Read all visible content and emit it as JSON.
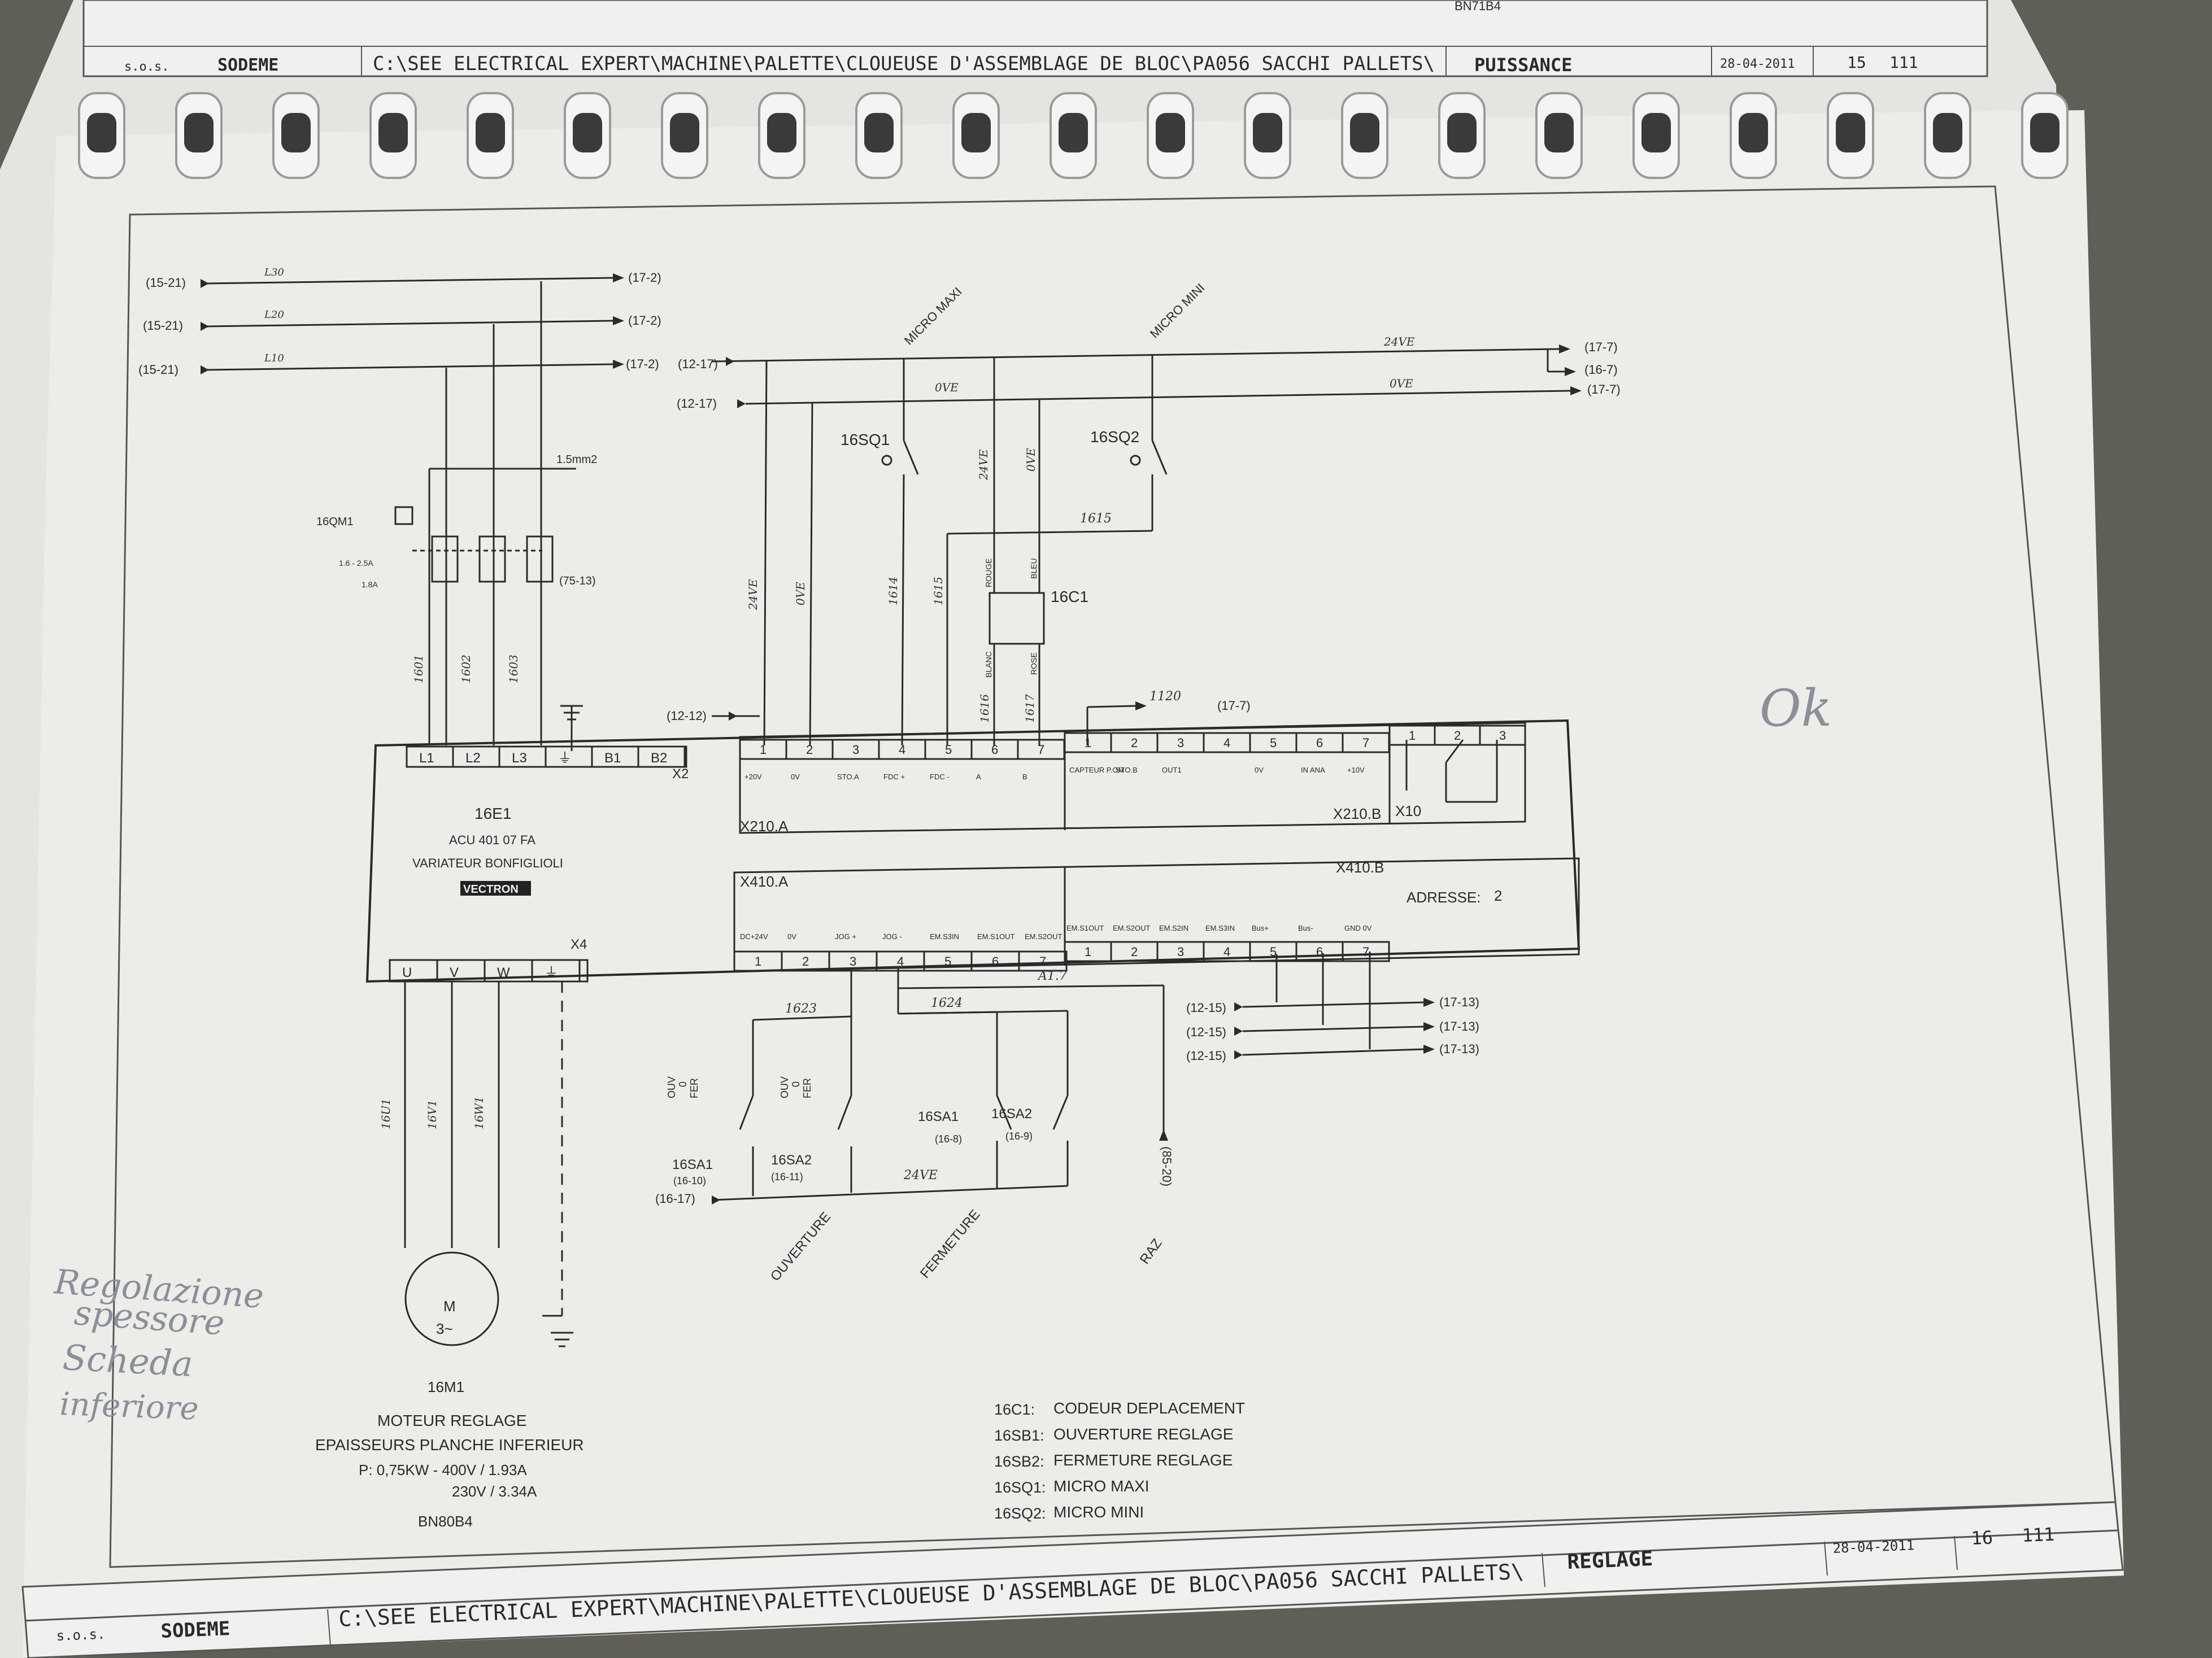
{
  "prev_sheet": {
    "top_text": "BN71B4",
    "company_small": "s.o.s.",
    "company": "SODEME",
    "path": "C:\\SEE ELECTRICAL EXPERT\\MACHINE\\PALETTE\\CLOUEUSE D'ASSEMBLAGE DE BLOC\\PA056 SACCHI PALLETS\\",
    "section": "PUISSANCE",
    "date": "28-04-2011",
    "page": "15",
    "total": "111"
  },
  "sheet": {
    "company_small": "s.o.s.",
    "company": "SODEME",
    "path": "C:\\SEE ELECTRICAL EXPERT\\MACHINE\\PALETTE\\CLOUEUSE D'ASSEMBLAGE DE BLOC\\PA056 SACCHI PALLETS\\",
    "section": "REGLAGE",
    "date": "28-04-2011",
    "page": "16",
    "total": "111"
  },
  "refs": {
    "r1521": "(15-21)",
    "r172": "(17-2)",
    "r1217": "(12-17)",
    "r177": "(17-7)",
    "r167": "(16-7)",
    "r1212": "(12-12)",
    "r7513": "(75-13)",
    "r1215": "(12-15)",
    "r1713": "(17-13)",
    "r1617": "(16-17)",
    "r8520": "(85-20)"
  },
  "wires": {
    "l3": "L30",
    "l2": "L20",
    "l1": "L10",
    "v24": "24VE",
    "v0": "0VE",
    "w1601": "1601",
    "w1602": "1602",
    "w1603": "1603",
    "w1614": "1614",
    "w1615": "1615",
    "w1616": "1616",
    "w1617": "1617",
    "w1120": "1120",
    "w1623": "1623",
    "w1624": "1624",
    "wA17": "A1.7",
    "w16U1": "16U1",
    "w16V1": "16V1",
    "w16W1": "16W1",
    "mm": "1.5mm2",
    "rouge": "ROUGE",
    "bleu": "BLEU",
    "blanc": "BLANC",
    "rose": "ROSE"
  },
  "components": {
    "micro_maxi": "MICRO MAXI",
    "micro_mini": "MICRO MINI",
    "sq1": "16SQ1",
    "sq2": "16SQ2",
    "c1": "16C1",
    "qm1": "16QM1",
    "qm1_range": "1.6 - 2.5A",
    "qm1_set": "1.8A",
    "e1": "16E1",
    "e1_model": "ACU 401 07 FA",
    "e1_desc": "VARIATEUR BONFIGLIOLI",
    "e1_brand": "VECTRON",
    "address_label": "ADRESSE:",
    "address_value": "2",
    "sa1": "16SA1",
    "sa1_ref": "(16-10)",
    "sa2": "16SA2",
    "sa2_ref": "(16-11)",
    "sa1b": "16SA1",
    "sa1b_ref": "(16-8)",
    "sa2b": "16SA2",
    "sa2b_ref": "(16-9)",
    "ouv": "OUV",
    "fer": "FER",
    "zero": "0",
    "ouverture": "OUVERTURE",
    "fermeture": "FERMETURE",
    "raz": "RAZ",
    "m1": "16M1",
    "motor": "M",
    "motor_phase": "3~",
    "motor_desc1": "MOTEUR REGLAGE",
    "motor_desc2": "EPAISSEURS PLANCHE INFERIEUR",
    "motor_p": "P: 0,75KW - 400V / 1.93A",
    "motor_p2": "230V / 3.34A",
    "motor_type": "BN80B4"
  },
  "terminals": {
    "power": [
      "L1",
      "L2",
      "L3",
      "⏚",
      "B1",
      "B2"
    ],
    "x2": "X2",
    "out": [
      "U",
      "V",
      "W",
      "⏚"
    ],
    "x4": "X4",
    "x210a": "X210.A",
    "x210a_nums": [
      "1",
      "2",
      "3",
      "4",
      "5",
      "6",
      "7"
    ],
    "x210a_sig": [
      "+20V",
      "0V",
      "STO.A",
      "FDC +",
      "FDC -",
      "A",
      "B"
    ],
    "x210b": "X210.B",
    "x210b_nums": [
      "1",
      "2",
      "3",
      "4",
      "5",
      "6",
      "7"
    ],
    "x210b_sig": [
      "CAPTEUR P.OM",
      "STO.B",
      "OUT1",
      "",
      "0V",
      "IN ANA",
      "+10V"
    ],
    "x10": "X10",
    "x10_nums": [
      "1",
      "2",
      "3"
    ],
    "x410a": "X410.A",
    "x410a_nums": [
      "1",
      "2",
      "3",
      "4",
      "5",
      "6",
      "7"
    ],
    "x410a_sig": [
      "DC+24V",
      "0V",
      "JOG +",
      "JOG -",
      "EM.S3IN",
      "EM.S1OUT",
      "EM.S2OUT"
    ],
    "x410b": "X410.B",
    "x410b_nums": [
      "1",
      "2",
      "3",
      "4",
      "5",
      "6",
      "7"
    ],
    "x410b_sig": [
      "EM.S1OUT",
      "EM.S2OUT",
      "EM.S2IN",
      "EM.S3IN",
      "Bus+",
      "Bus-",
      "GND 0V"
    ]
  },
  "legend": [
    {
      "code": "16C1:",
      "text": "CODEUR DEPLACEMENT"
    },
    {
      "code": "16SB1:",
      "text": "OUVERTURE REGLAGE"
    },
    {
      "code": "16SB2:",
      "text": "FERMETURE REGLAGE"
    },
    {
      "code": "16SQ1:",
      "text": "MICRO MAXI"
    },
    {
      "code": "16SQ2:",
      "text": "MICRO MINI"
    }
  ],
  "handwriting": {
    "ok": "Ok",
    "note1": "Regolazione",
    "note2": "spessore",
    "note3": "Scheda",
    "note4": "inferiore"
  },
  "colors": {
    "paper": "#eeeeec",
    "ink": "#2a2a2a",
    "ring": "#f2f2f2",
    "pencil": "#8a8f9a"
  }
}
